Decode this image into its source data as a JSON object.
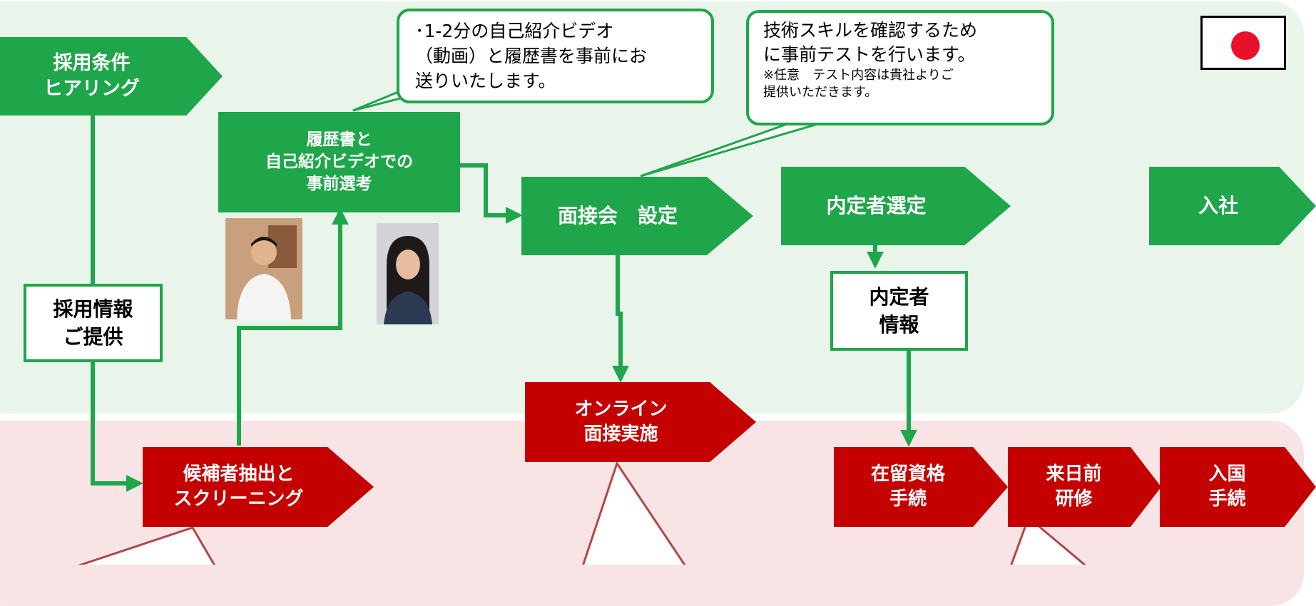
{
  "colors": {
    "green": "#1fa64a",
    "red": "#c40000",
    "top_band": "#e9f5ea",
    "bottom_band": "#f8e4e4",
    "flag_red": "#e8102a"
  },
  "flag": {
    "icon": "japan-flag-icon"
  },
  "steps": {
    "saiyo_joken": "採用条件\nヒアリング",
    "rirekisho_video": "履歴書と\n自己紹介ビデオでの\n事前選考",
    "mensetsu_settei": "面接会　設定",
    "naiteisha_sentei": "内定者選定",
    "nyusha": "入社",
    "online_mensetsu": "オンライン\n面接実施",
    "kohosha": "候補者抽出と\nスクリーニング",
    "zairyu": "在留資格\n手続",
    "rainichi": "来日前\n研修",
    "nyukoku": "入国\n手続"
  },
  "info_boxes": {
    "saiyo_joho": "採用情報\nご提供",
    "naiteisha_joho": "内定者\n情報"
  },
  "callouts": {
    "video": "･1‐2分の自己紹介ビデオ\n（動画）と履歴書を事前にお\n送りいたします。",
    "test_main": "技術スキルを確認するため\nに事前テストを行います。",
    "test_note": "※任意　テスト内容は貴社よりご\n提供いただきます。"
  },
  "photos": {
    "male": "candidate-photo-male",
    "female": "candidate-photo-female"
  }
}
